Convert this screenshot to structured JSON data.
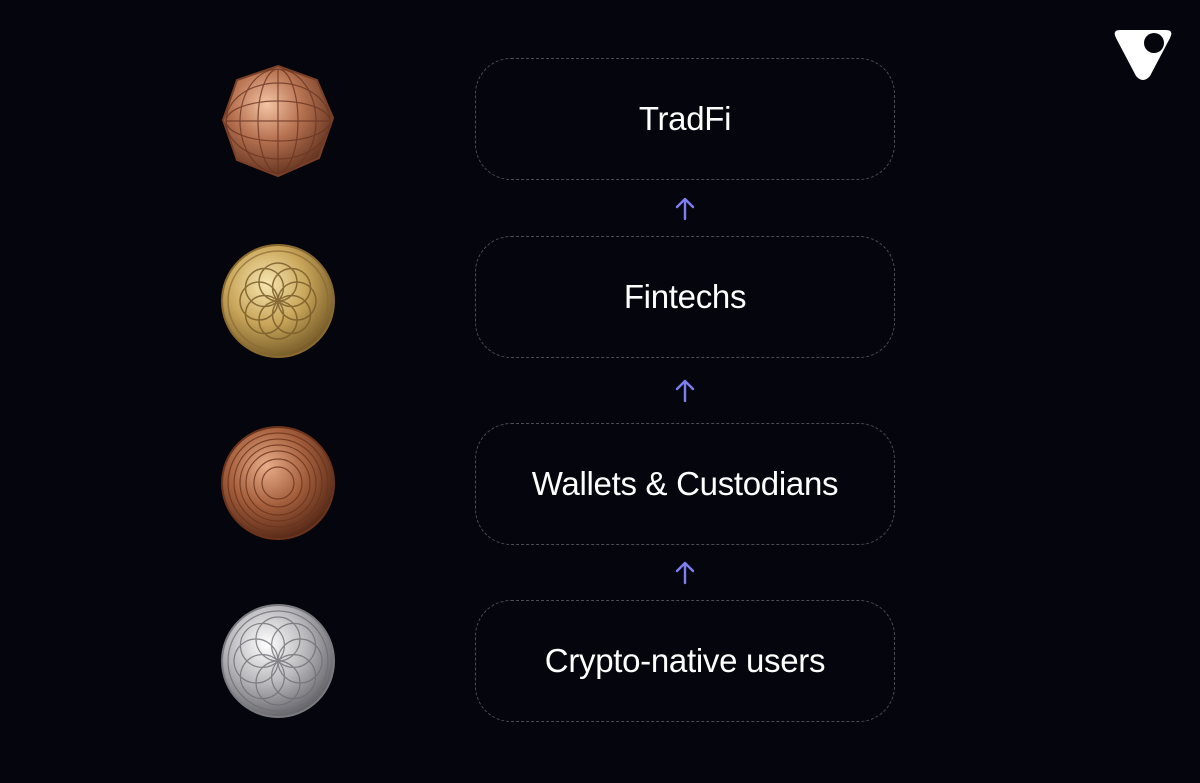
{
  "brand": {
    "logo_icon": "brand-logo-icon"
  },
  "colors": {
    "background": "#05060d",
    "arrow": "#7b7ff0",
    "box_border": "#4a4c55",
    "text": "#ffffff"
  },
  "tiers": [
    {
      "label": "TradFi",
      "coin": "bronze-octagon-coin-icon"
    },
    {
      "label": "Fintechs",
      "coin": "gold-flower-coin-icon"
    },
    {
      "label": "Wallets & Custodians",
      "coin": "copper-rings-coin-icon"
    },
    {
      "label": "Crypto-native users",
      "coin": "silver-rosette-coin-icon"
    }
  ],
  "arrow_icon": "arrow-up-icon"
}
